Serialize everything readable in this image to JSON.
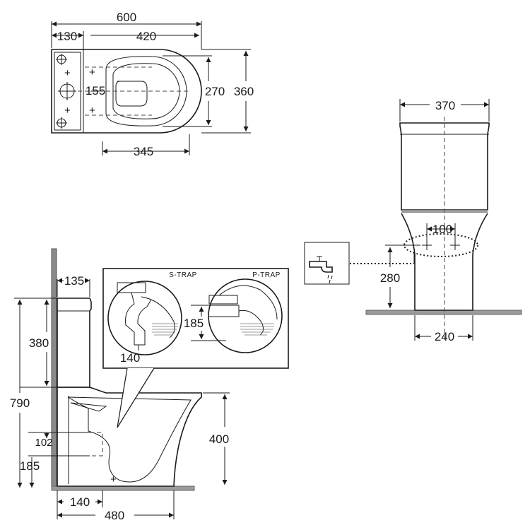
{
  "plan_view": {
    "overall_width": "600",
    "tank_depth": "130",
    "bowl_length": "420",
    "waste_centre": "155",
    "fixing_length": "345",
    "bowl_width": "270",
    "overall_depth": "360"
  },
  "front_view": {
    "overall_width": "370",
    "inlet_spacing": "100",
    "inlet_height": "280",
    "base_width": "240"
  },
  "side_view": {
    "tank_depth": "135",
    "tank_height": "380",
    "overall_height": "790",
    "inlet_height": "102",
    "waste_height": "185",
    "seat_height": "400",
    "waste_setback": "140",
    "overall_projection": "480"
  },
  "inset": {
    "s_trap_label": "S-TRAP",
    "p_trap_label": "P-TRAP",
    "s_trap_offset": "140",
    "p_trap_height": "185"
  },
  "colors": {
    "line": "#1a1a1a",
    "wall": "#8a8a8a",
    "floor": "#9a9a9a"
  }
}
